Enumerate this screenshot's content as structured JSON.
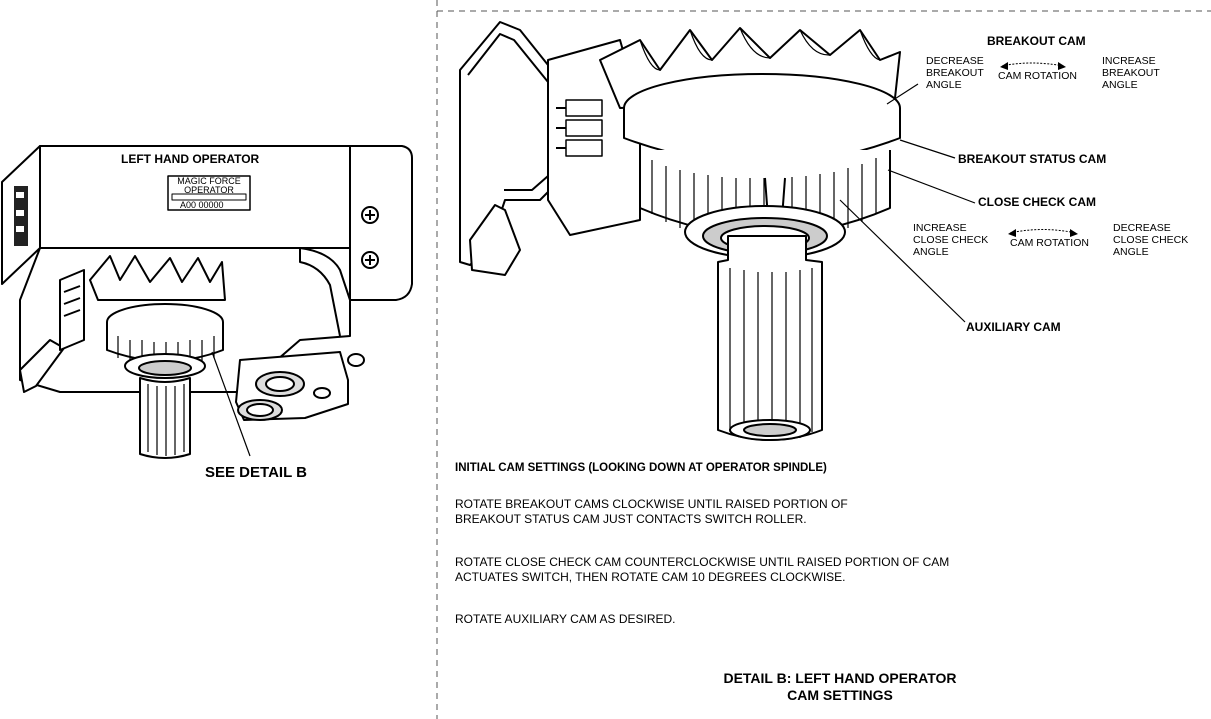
{
  "overview": {
    "housing_title": "LEFT HAND OPERATOR",
    "nameplate_line1": "MAGIC FORCE",
    "nameplate_line2": "OPERATOR",
    "nameplate_serial": "A00 00000",
    "callout": "SEE DETAIL B"
  },
  "detail": {
    "breakout_cam": "BREAKOUT CAM",
    "breakout_decrease": [
      "DECREASE",
      "BREAKOUT",
      "ANGLE"
    ],
    "breakout_rotation": "CAM ROTATION",
    "breakout_increase": [
      "INCREASE",
      "BREAKOUT",
      "ANGLE"
    ],
    "breakout_status_cam": "BREAKOUT STATUS CAM",
    "close_check_cam": "CLOSE CHECK CAM",
    "close_increase": [
      "INCREASE",
      "CLOSE CHECK",
      "ANGLE"
    ],
    "close_rotation": "CAM ROTATION",
    "close_decrease": [
      "DECREASE",
      "CLOSE CHECK",
      "ANGLE"
    ],
    "auxiliary_cam": "AUXILIARY CAM"
  },
  "instructions": {
    "heading": "INITIAL CAM SETTINGS (LOOKING DOWN AT OPERATOR SPINDLE)",
    "step1": [
      "ROTATE BREAKOUT CAMS CLOCKWISE UNTIL RAISED PORTION OF",
      "BREAKOUT STATUS CAM JUST CONTACTS SWITCH ROLLER."
    ],
    "step2": [
      "ROTATE CLOSE CHECK CAM COUNTERCLOCKWISE UNTIL RAISED PORTION OF CAM",
      "ACTUATES SWITCH, THEN ROTATE CAM 10 DEGREES CLOCKWISE."
    ],
    "step3": "ROTATE AUXILIARY CAM AS DESIRED."
  },
  "caption": {
    "line1": "DETAIL B: LEFT HAND OPERATOR",
    "line2": "CAM SETTINGS"
  }
}
